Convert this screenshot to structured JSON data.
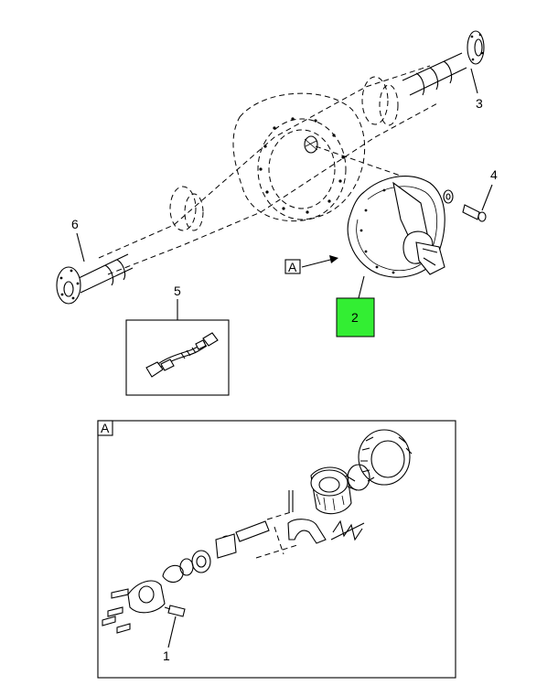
{
  "callouts": {
    "c1": "1",
    "c2": "2",
    "c3": "3",
    "c4": "4",
    "c5": "5",
    "c6": "6"
  },
  "views": {
    "ref_label": "A",
    "detail_label": "A"
  },
  "colors": {
    "highlight": "#33ee33",
    "ink": "#000000",
    "paper": "#ffffff"
  }
}
